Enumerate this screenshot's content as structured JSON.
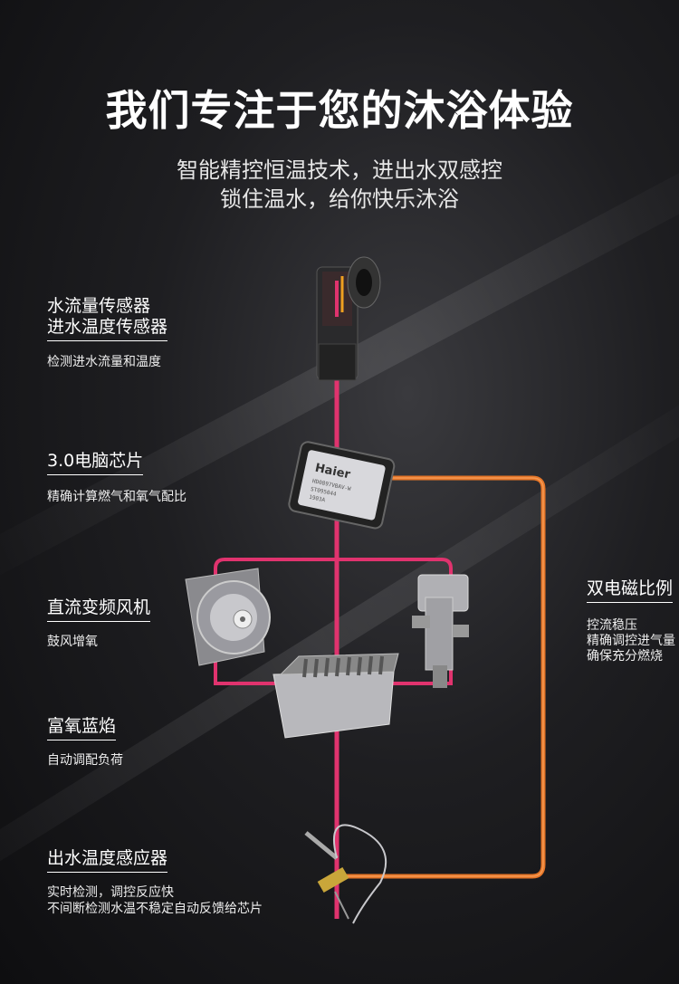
{
  "headline": "我们专注于您的沐浴体验",
  "subtitle": [
    "智能精控恒温技术，进出水双感控",
    "锁住温水，给你快乐沐浴"
  ],
  "chip_text": [
    "Haier",
    "HD0897VBAV-W",
    "ST095044",
    "1903A"
  ],
  "colors": {
    "pink_line": "#e0336e",
    "orange_line": "#f07a28",
    "background": "#1a1a1c"
  },
  "features": [
    {
      "title_lines": [
        "水流量传感器",
        "进水温度传感器"
      ],
      "desc_lines": [
        "检测进水流量和温度"
      ]
    },
    {
      "title_lines": [
        "3.0电脑芯片"
      ],
      "desc_lines": [
        "精确计算燃气和氧气配比"
      ]
    },
    {
      "title_lines": [
        "直流变频风机"
      ],
      "desc_lines": [
        "鼓风增氧"
      ]
    },
    {
      "title_lines": [
        "富氧蓝焰"
      ],
      "desc_lines": [
        "自动调配负荷"
      ]
    },
    {
      "title_lines": [
        "出水温度感应器"
      ],
      "desc_lines": [
        "实时检测，调控反应快",
        "不间断检测水温不稳定自动反馈给芯片"
      ]
    },
    {
      "title_lines": [
        "双电磁比例"
      ],
      "desc_lines": [
        "控流稳压",
        "精确调控进气量",
        "确保充分燃烧"
      ]
    }
  ]
}
